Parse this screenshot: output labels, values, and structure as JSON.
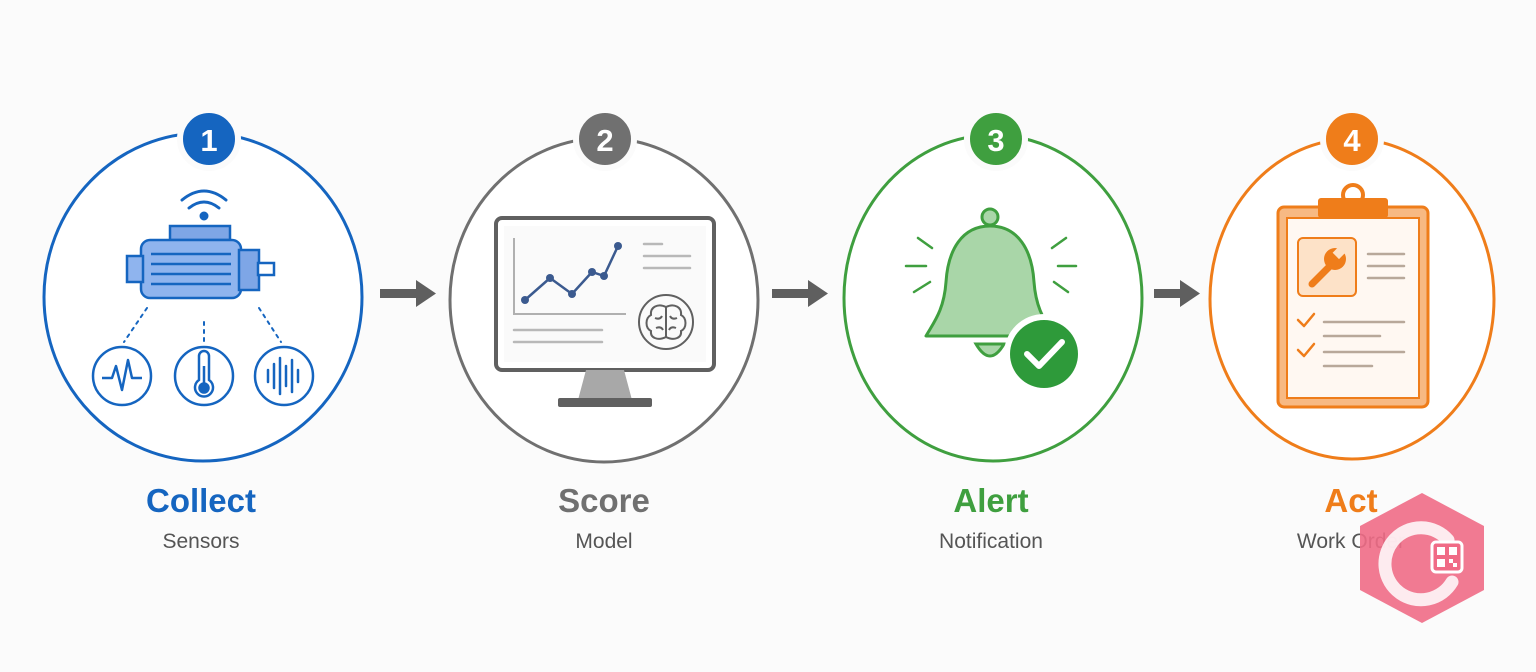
{
  "steps": [
    {
      "number": "1",
      "title": "Collect",
      "subtitle": "Sensors",
      "color": "#1565c0",
      "icon": "motor-with-sensors-icon"
    },
    {
      "number": "2",
      "title": "Score",
      "subtitle": "Model",
      "color": "#707070",
      "icon": "monitor-chart-brain-icon"
    },
    {
      "number": "3",
      "title": "Alert",
      "subtitle": "Notification",
      "color": "#3f9f3f",
      "icon": "bell-check-icon"
    },
    {
      "number": "4",
      "title": "Act",
      "subtitle": "Work Order",
      "color": "#ef7d1a",
      "icon": "clipboard-wrench-icon"
    }
  ],
  "arrow_color": "#5f5f5f",
  "icons": [
    "wifi-icon",
    "vibration-wave-icon",
    "thermometer-icon",
    "sound-wave-icon",
    "line-chart-icon",
    "brain-icon",
    "check-circle-icon",
    "wrench-icon",
    "checkmark-icon",
    "watermark-logo-icon"
  ]
}
